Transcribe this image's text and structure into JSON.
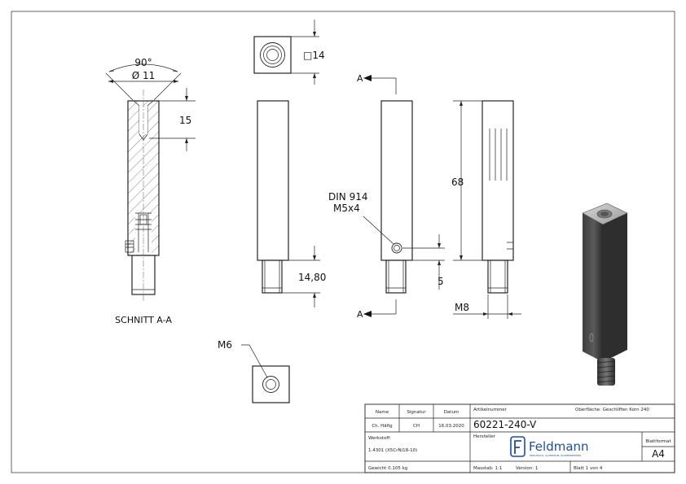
{
  "views": {
    "section_label": "SCHNITT A-A",
    "cut_marker": "A"
  },
  "dimensions": {
    "angle": "90°",
    "diameter": "Ø 11",
    "depth": "15",
    "square": "□14",
    "length": "68",
    "stud_length": "14,80",
    "hole_offset": "5",
    "thread_stud": "M8",
    "thread_bottom": "M6",
    "din_line1": "DIN 914",
    "din_line2": "M5x4"
  },
  "title_block": {
    "header_name": "Name",
    "header_signature": "Signatur",
    "header_date": "Datum",
    "name": "Ch. Häfig",
    "signature": "CH",
    "date": "16.03.2020",
    "article_label": "Artikelnummer",
    "article_number": "60221-240-V",
    "surface": "Oberfläche: Geschliffen Korn 240",
    "material_label": "Werkstoff:",
    "material": "1.4301 (X5CrNi18-10)",
    "manufacturer_label": "Hersteller",
    "brand": "Feldmann",
    "brand_tagline": "EDELSTAHL, ALUMINIUM, SCHMIEDEEISEN",
    "format_label": "Blattformat",
    "format": "A4",
    "weight": "Gewicht 0.105 kg",
    "scale": "Masstab: 1:1",
    "version": "Version: 1",
    "sheet": "Blatt 1 von 4"
  },
  "colors": {
    "line": "#222222",
    "part_dark": "#4a4a4a",
    "brand_blue": "#1f4e96"
  }
}
